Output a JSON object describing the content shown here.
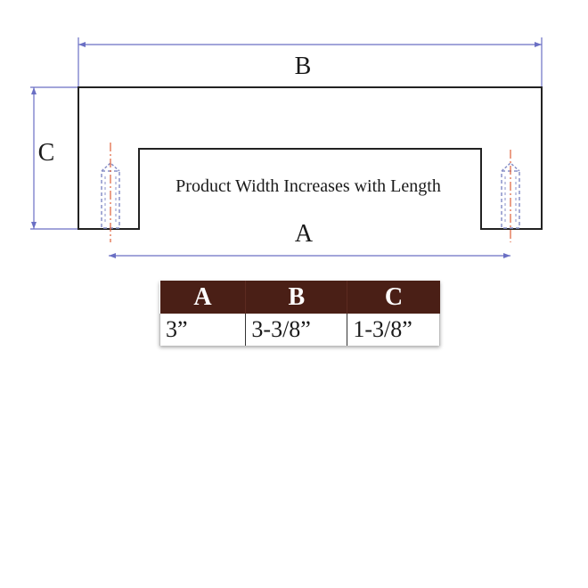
{
  "diagram": {
    "dimension_labels": {
      "a": "A",
      "b": "B",
      "c": "C"
    },
    "note": "Product Width Increases with Length",
    "colors": {
      "outline": "#222222",
      "dimension_line": "#6a6fc4",
      "center_line": "#e0603a",
      "screw": "#8890c8"
    }
  },
  "table": {
    "header_color": "#4a1f16",
    "headers": [
      "A",
      "B",
      "C"
    ],
    "rows": [
      [
        "3”",
        "3-3/8”",
        "1-3/8”"
      ]
    ]
  }
}
